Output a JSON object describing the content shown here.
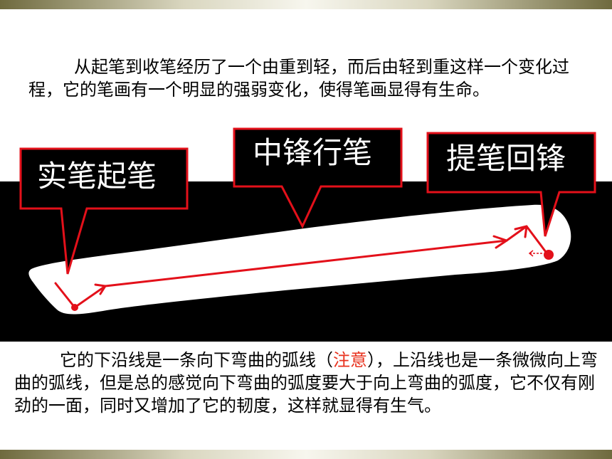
{
  "paragraph_top": "从起笔到收笔经历了一个由重到轻，而后由轻到重这样一个变化过程，它的笔画有一个明显的强弱变化，使得笔画显得有生命。",
  "paragraph_bottom": {
    "before": "它的下沿线是一条向下弯曲的弧线（",
    "highlight": "注意",
    "after": "），上沿线也是一条微微向上弯曲的弧线，但是总的感觉向下弯曲的弧度要大于向上弯曲的弧度，它不仅有刚劲的一面，同时又增加了它的韧度，这样就显得有生气。"
  },
  "callouts": {
    "start": "实笔起笔",
    "middle": "中锋行笔",
    "end": "提笔回锋"
  },
  "colors": {
    "highlight": "#e8321e",
    "arrow": "#e3101a",
    "band": "#000000"
  }
}
